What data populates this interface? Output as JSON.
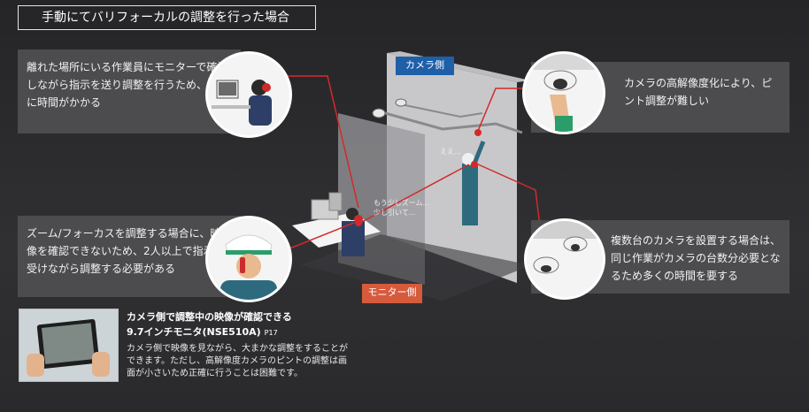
{
  "title": "手動にてバリフォーカルの調整を行った場合",
  "labels": {
    "camera_side": "カメラ側",
    "monitor_side": "モニター側"
  },
  "callouts": {
    "remote_worker": "離れた場所にいる作業員にモニターで確認しながら指示を送り調整を行うため、作業に時間がかかる",
    "two_people": "ズーム/フォーカスを調整する場合に、映像を確認できないため、2人以上で指示を受けながら調整する必要がある",
    "high_res": "カメラの高解像度化により、ピント調整が難しい",
    "multiple_cameras": "複数台のカメラを設置する場合は、同じ作業がカメラの台数分必要となるため多くの時間を要する"
  },
  "speech": {
    "monitor_operator_line1": "もう少しズーム…",
    "monitor_operator_line2": "少し引いて…",
    "camera_worker": "ええ…"
  },
  "product": {
    "title": "カメラ側で調整中の映像が確認できる",
    "model": "9.7インチモニタ(NSE510A)",
    "page_ref": "P17",
    "description": "カメラ側で映像を見ながら、大まかな調整をすることができます。ただし、高解像度カメラのピントの調整は画面が小さいため正確に行うことは困難です。"
  },
  "colors": {
    "camera_tag": "#1e5fa8",
    "monitor_tag": "#d65a3c",
    "connector_line": "#d22a2a",
    "callout_bg": "#4c4c4f"
  }
}
